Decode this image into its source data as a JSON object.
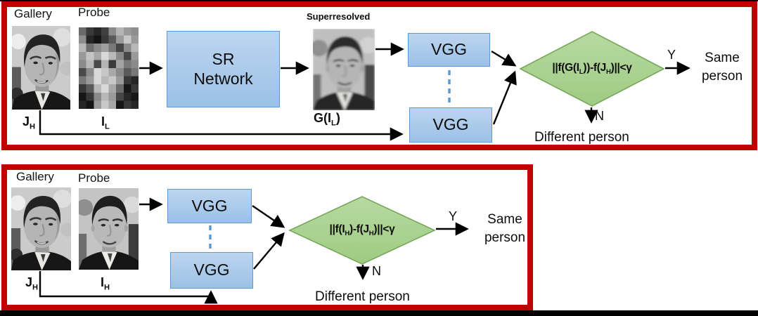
{
  "colors": {
    "panel_border": "#c00000",
    "box_fill": "#a9c9ea",
    "box_border": "#5b9bd5",
    "diamond_fill": "#a9d18e",
    "diamond_border": "#76a85a",
    "dashed_connector": "#5b9bd5",
    "arrow": "#000000"
  },
  "top_panel": {
    "gallery_label": "Gallery",
    "probe_label": "Probe",
    "superresolved_label": "Superresolved",
    "sr_box": {
      "line1": "SR",
      "line2": "Network"
    },
    "vgg_top_label": "VGG",
    "vgg_bottom_label": "VGG",
    "gallery_var": {
      "base": "J",
      "sub": "H"
    },
    "probe_var": {
      "base": "I",
      "sub": "L"
    },
    "superresolved_var": {
      "p1": "G(I",
      "sub": "L",
      "p2": ")"
    },
    "condition": {
      "p1": "||f(G(I",
      "s1": "L",
      "p2": "))-f(J",
      "s2": "H",
      "p3": ")||<γ"
    },
    "yes_label": "Y",
    "no_label": "N",
    "same_person": "Same person",
    "different_person": "Different person"
  },
  "bottom_panel": {
    "gallery_label": "Gallery",
    "probe_label": "Probe",
    "vgg_top_label": "VGG",
    "vgg_bottom_label": "VGG",
    "gallery_var": {
      "base": "J",
      "sub": "H"
    },
    "probe_var": {
      "base": "I",
      "sub": "H"
    },
    "condition": {
      "p1": "||f(I",
      "s1": "H",
      "p2": ")-f(J",
      "s2": "H",
      "p3": ")||<γ"
    },
    "yes_label": "Y",
    "no_label": "N",
    "same_person": "Same person",
    "different_person": "Different person"
  },
  "probe_pixels": [
    "6a,3a,26,3f,8a,b5,9a,8e",
    "8e,26,14,38,5a,9a,c8,9a",
    "b8,6e,8a,9e,78,46,8a,b8",
    "9a,c4,a8,d8,b8,8a,46,9a",
    "8a,b8,4a,b4,3a,a4,78,8a",
    "4a,8a,d8,c8,a8,8a,5a,78",
    "78,9a,d8,b8,c8,9a,38,26",
    "38,5a,b8,d8,a8,6a,16,38",
    "16,38,8a,b8,9a,46,26,16",
    "26,14,9a,c8,a8,16,38,26"
  ]
}
